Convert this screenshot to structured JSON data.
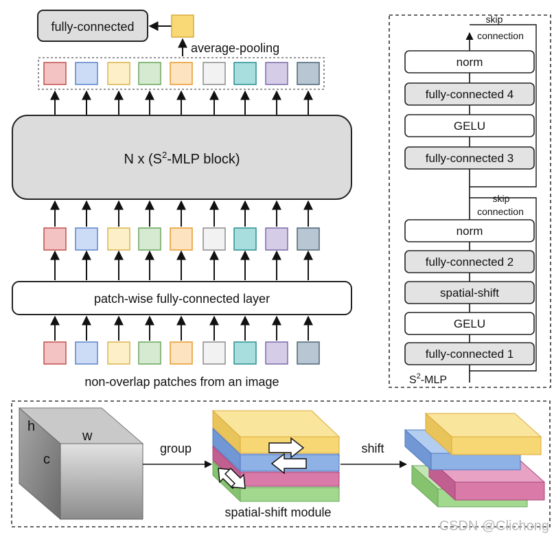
{
  "left": {
    "fc_label": "fully-connected",
    "avgpool_label": "average-pooling",
    "block_label_prefix": "N x (S",
    "block_label_sup": "2",
    "block_label_suffix": "-MLP block)",
    "patch_layer_label": "patch-wise fully-connected layer",
    "caption": "non-overlap patches from an image",
    "pooled_color": "#f9d976",
    "patch_colors": [
      {
        "fill": "#f3c3c3",
        "stroke": "#c0504d"
      },
      {
        "fill": "#cddcf6",
        "stroke": "#5b84c9"
      },
      {
        "fill": "#fdf0c8",
        "stroke": "#d9b34a"
      },
      {
        "fill": "#d6ead1",
        "stroke": "#6aa65c"
      },
      {
        "fill": "#fde3c0",
        "stroke": "#e69a2e"
      },
      {
        "fill": "#f2f2f2",
        "stroke": "#8c8c8c"
      },
      {
        "fill": "#a8dede",
        "stroke": "#2a8f90"
      },
      {
        "fill": "#d5cde8",
        "stroke": "#7a6aa8"
      },
      {
        "fill": "#b7c6d2",
        "stroke": "#4d6475"
      }
    ]
  },
  "right": {
    "skip_1": "skip",
    "connection_1": "connection",
    "skip_2": "skip",
    "connection_2": "connection",
    "layers": [
      {
        "label": "norm",
        "shaded": false
      },
      {
        "label": "fully-connected 4",
        "shaded": true
      },
      {
        "label": "GELU",
        "shaded": false
      },
      {
        "label": "fully-connected 3",
        "shaded": true
      },
      {
        "label": "norm",
        "shaded": false
      },
      {
        "label": "fully-connected 2",
        "shaded": true
      },
      {
        "label": "spatial-shift",
        "shaded": true
      },
      {
        "label": "GELU",
        "shaded": false
      },
      {
        "label": "fully-connected 1",
        "shaded": true
      }
    ],
    "footer_prefix": "S",
    "footer_sup": "2",
    "footer_suffix": "-MLP"
  },
  "bottom": {
    "cube_h": "h",
    "cube_w": "w",
    "cube_c": "c",
    "group_label": "group",
    "shift_label": "shift",
    "module_caption": "spatial-shift module",
    "layer_colors": {
      "yellow": "#f7d774",
      "blue": "#8eb1e6",
      "pink": "#d97aa8",
      "green": "#a3d88f"
    }
  },
  "watermark": "CSDN @Clichong"
}
